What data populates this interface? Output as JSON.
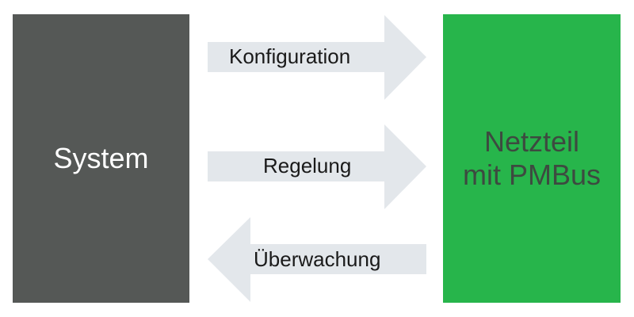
{
  "diagram": {
    "system": {
      "label": "System"
    },
    "power_supply": {
      "label": "Netzteil\nmit PMBus"
    },
    "arrows": [
      {
        "label": "Konfiguration",
        "direction": "right"
      },
      {
        "label": "Regelung",
        "direction": "right"
      },
      {
        "label": "Überwachung",
        "direction": "left"
      }
    ]
  },
  "colors": {
    "system_box": "#555856",
    "system_text": "#ffffff",
    "psu_box": "#27b54b",
    "psu_text": "#3d4a40",
    "arrow_fill": "#e3e7eb",
    "arrow_text": "#1a1a1a"
  }
}
